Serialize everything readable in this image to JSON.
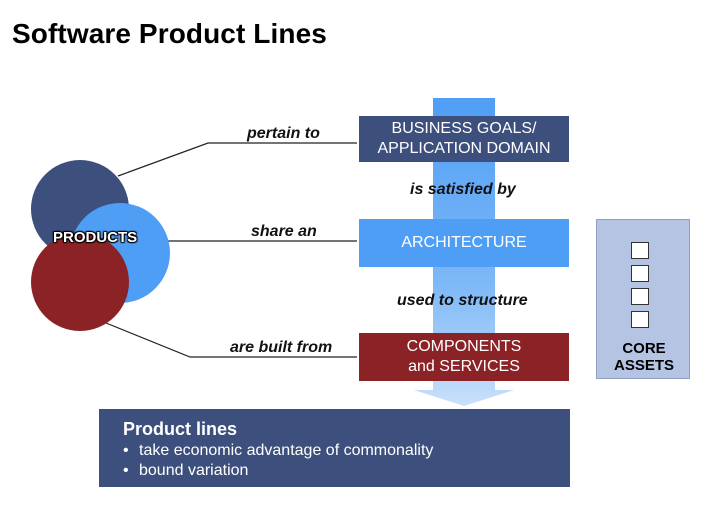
{
  "title": "Software Product Lines",
  "products": {
    "label": "PRODUCTS"
  },
  "relations": {
    "pertain_to": "pertain to",
    "share_an": "share an",
    "are_built_from": "are built from",
    "is_satisfied_by": "is satisfied by",
    "used_to_structure": "used to structure"
  },
  "boxes": {
    "business": "BUSINESS GOALS/\nAPPLICATION DOMAIN",
    "architecture": "ARCHITECTURE",
    "components": "COMPONENTS\nand SERVICES"
  },
  "core_assets": {
    "label": "CORE\nASSETS",
    "items_count": 4
  },
  "product_lines": {
    "heading": "Product lines",
    "bullets": [
      "take economic advantage of commonality",
      "bound variation"
    ]
  },
  "colors": {
    "dark_blue": "#3d4f7c",
    "light_blue": "#4f9ef5",
    "dark_red": "#8b2226",
    "arrow_blue": "#5ba3f5",
    "core_panel": "#b5c4e2"
  }
}
